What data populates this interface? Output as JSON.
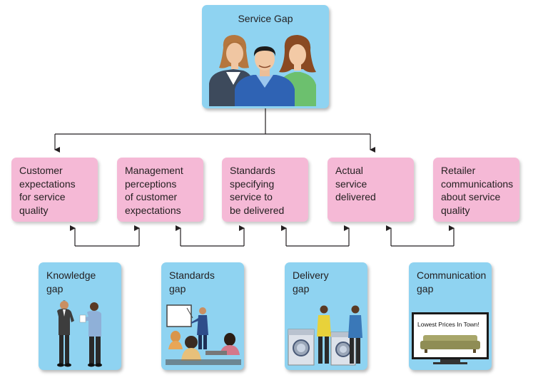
{
  "top": {
    "title": "Service Gap"
  },
  "components": [
    {
      "id": "customer-expectations",
      "lines": [
        "Customer",
        "expectations",
        "for service",
        "quality"
      ]
    },
    {
      "id": "management-perceptions",
      "lines": [
        "Management",
        "perceptions",
        "of customer",
        "expectations"
      ]
    },
    {
      "id": "standards-specifying",
      "lines": [
        "Standards",
        "specifying",
        "service to",
        "be delivered"
      ]
    },
    {
      "id": "actual-service",
      "lines": [
        "Actual",
        "service",
        "delivered"
      ]
    },
    {
      "id": "retailer-communications",
      "lines": [
        "Retailer",
        "communications",
        "about service",
        "quality"
      ]
    }
  ],
  "gaps": [
    {
      "id": "knowledge",
      "lines": [
        "Knowledge",
        "gap"
      ]
    },
    {
      "id": "standards",
      "lines": [
        "Standards",
        "gap"
      ]
    },
    {
      "id": "delivery",
      "lines": [
        "Delivery",
        "gap"
      ]
    },
    {
      "id": "communication",
      "lines": [
        "Communication",
        "gap"
      ]
    }
  ],
  "tv_ad_text": "Lowest Prices In Town!",
  "colors": {
    "gap_box": "#8fd3f1",
    "component_box": "#f5b9d6",
    "connector": "#231f20"
  }
}
